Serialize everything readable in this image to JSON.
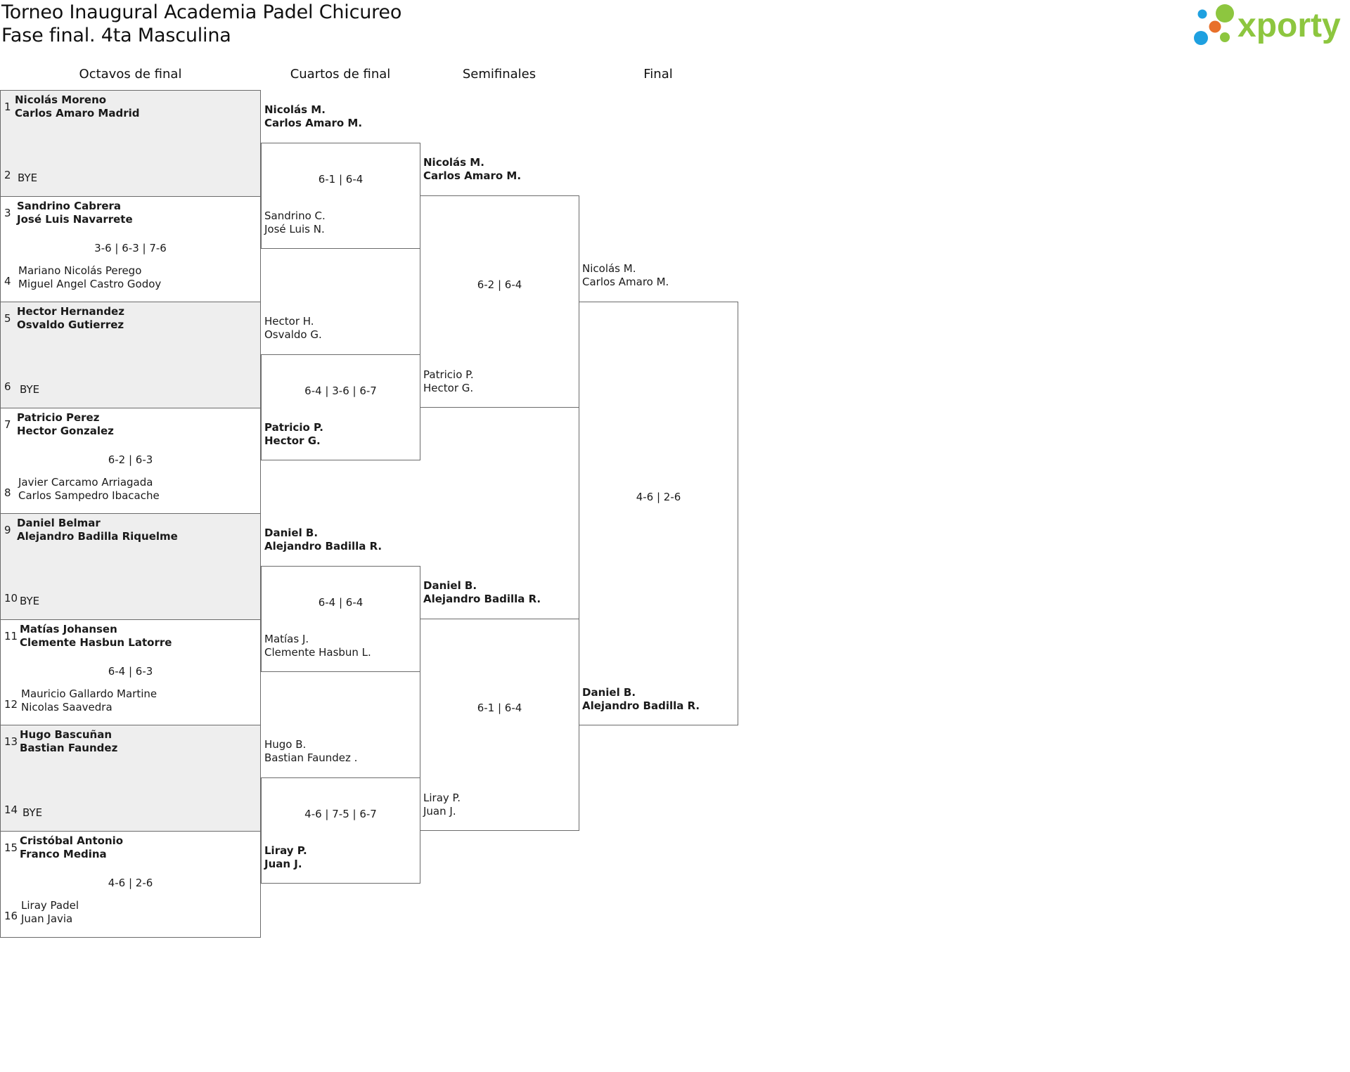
{
  "header": {
    "title_line1": "Torneo Inaugural Academia Padel Chicureo",
    "title_line2": "Fase final. 4ta Masculina",
    "logo_text": "xporty"
  },
  "colors": {
    "logo_green": "#8dc63f",
    "logo_blue": "#1ea0e0",
    "logo_orange": "#e8702a",
    "bye_shade": "#eeeeee"
  },
  "rounds": {
    "r16": "Octavos de final",
    "qf": "Cuartos de final",
    "sf": "Semifinales",
    "final": "Final"
  },
  "r16": [
    {
      "seedA": "1",
      "teamA": [
        "Nicolás Moreno",
        "Carlos Amaro Madrid"
      ],
      "seedB": "2",
      "teamB": [
        "BYE"
      ],
      "score": ""
    },
    {
      "seedA": "3",
      "teamA": [
        "Sandrino Cabrera",
        "José Luis Navarrete"
      ],
      "seedB": "4",
      "teamB": [
        "Mariano Nicolás Perego",
        "Miguel Angel Castro Godoy"
      ],
      "score": "3-6 | 6-3 | 7-6"
    },
    {
      "seedA": "5",
      "teamA": [
        "Hector Hernandez",
        "Osvaldo Gutierrez"
      ],
      "seedB": "6",
      "teamB": [
        "BYE"
      ],
      "score": ""
    },
    {
      "seedA": "7",
      "teamA": [
        "Patricio Perez",
        "Hector Gonzalez"
      ],
      "seedB": "8",
      "teamB": [
        "Javier Carcamo Arriagada",
        "Carlos Sampedro Ibacache"
      ],
      "score": "6-2 | 6-3"
    },
    {
      "seedA": "9",
      "teamA": [
        "Daniel Belmar",
        "Alejandro Badilla Riquelme"
      ],
      "seedB": "10",
      "teamB": [
        "BYE"
      ],
      "score": ""
    },
    {
      "seedA": "11",
      "teamA": [
        "Matías Johansen",
        "Clemente Hasbun Latorre"
      ],
      "seedB": "12",
      "teamB": [
        "Mauricio Gallardo Martine",
        "Nicolas Saavedra"
      ],
      "score": "6-4 | 6-3"
    },
    {
      "seedA": "13",
      "teamA": [
        "Hugo Bascuñan",
        "Bastian Faundez"
      ],
      "seedB": "14",
      "teamB": [
        "BYE"
      ],
      "score": ""
    },
    {
      "seedA": "15",
      "teamA": [
        "Cristóbal Antonio",
        "Franco Medina"
      ],
      "seedB": "16",
      "teamB": [
        "Liray Padel",
        "Juan Javia"
      ],
      "score": "4-6 | 2-6"
    }
  ],
  "qf": [
    {
      "teamA": [
        "Nicolás M.",
        "Carlos Amaro M."
      ],
      "teamB": [
        "Sandrino C.",
        "José Luis N."
      ],
      "score": "6-1 | 6-4"
    },
    {
      "teamA": [
        "Hector H.",
        "Osvaldo G."
      ],
      "teamB": [
        "Patricio P.",
        "Hector G."
      ],
      "score": "6-4 | 3-6 | 6-7"
    },
    {
      "teamA": [
        "Daniel B.",
        "Alejandro Badilla R."
      ],
      "teamB": [
        "Matías J.",
        "Clemente Hasbun L."
      ],
      "score": "6-4 | 6-4"
    },
    {
      "teamA": [
        "Hugo B.",
        "Bastian Faundez ."
      ],
      "teamB": [
        "Liray P.",
        "Juan J."
      ],
      "score": "4-6 | 7-5 | 6-7"
    }
  ],
  "sf": [
    {
      "teamA": [
        "Nicolás M.",
        "Carlos Amaro M."
      ],
      "teamB": [
        "Patricio P.",
        "Hector G."
      ],
      "score": "6-2 | 6-4"
    },
    {
      "teamA": [
        "Daniel B.",
        "Alejandro Badilla R."
      ],
      "teamB": [
        "Liray P.",
        "Juan J."
      ],
      "score": "6-1 | 6-4"
    }
  ],
  "final": [
    {
      "teamA": [
        "Nicolás M.",
        "Carlos Amaro M."
      ],
      "teamB": [
        "Daniel B.",
        "Alejandro Badilla R."
      ],
      "score": "4-6 | 2-6"
    }
  ]
}
